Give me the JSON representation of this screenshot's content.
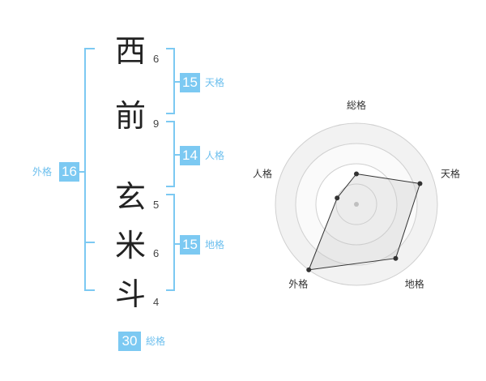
{
  "name": {
    "chars": [
      {
        "char": "西",
        "strokes": "6"
      },
      {
        "char": "前",
        "strokes": "9"
      },
      {
        "char": "玄",
        "strokes": "5"
      },
      {
        "char": "米",
        "strokes": "6"
      },
      {
        "char": "斗",
        "strokes": "4"
      }
    ]
  },
  "grid": {
    "tenkaku": {
      "value": "15",
      "label": "天格"
    },
    "jinkaku": {
      "value": "14",
      "label": "人格"
    },
    "chikaku": {
      "value": "15",
      "label": "地格"
    },
    "gaikaku": {
      "value": "16",
      "label": "外格"
    },
    "soukaku": {
      "value": "30",
      "label": "総格"
    }
  },
  "colors": {
    "accent": "#7cc9f2",
    "label": "#6cbfee"
  },
  "chart_data": {
    "type": "radar",
    "axes": [
      "総格",
      "天格",
      "地格",
      "外格",
      "人格"
    ],
    "max": 4,
    "rings": 4,
    "values": [
      1.5,
      3.3,
      3.3,
      4.0,
      1.0
    ]
  }
}
